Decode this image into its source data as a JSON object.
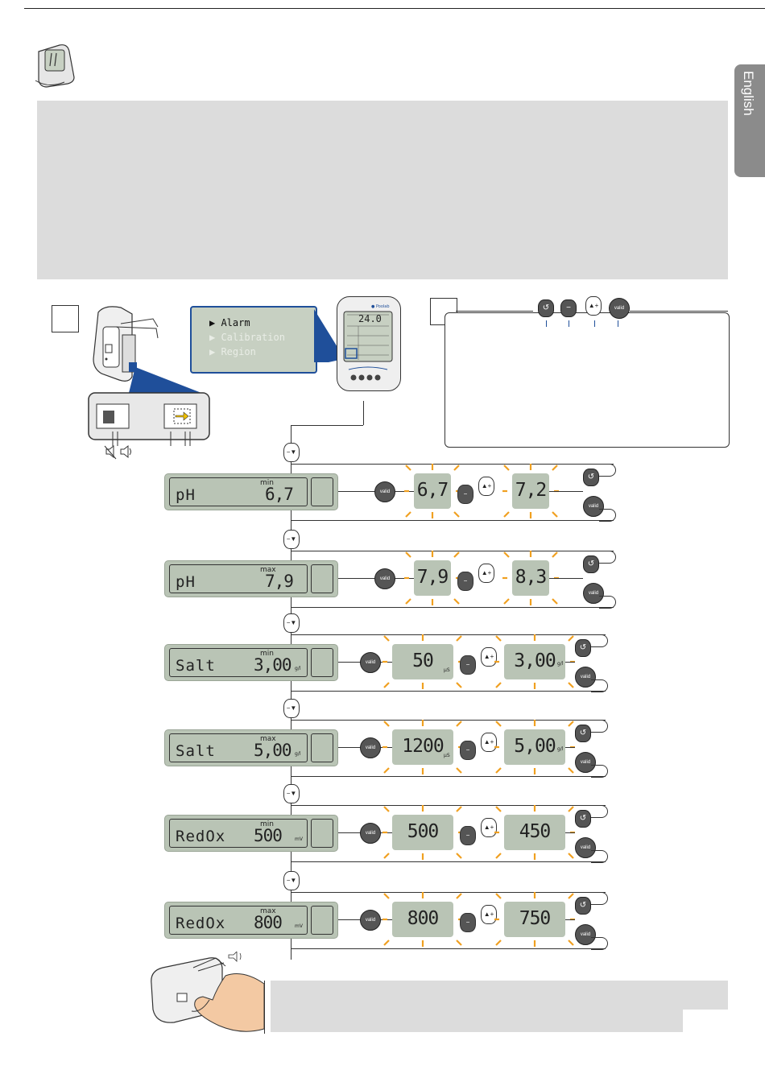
{
  "language_tab": {
    "label": "English"
  },
  "menu_panel": {
    "items": [
      "Alarm",
      "Calibration",
      "Region"
    ],
    "selected": "Alarm"
  },
  "device_screen": {
    "reading": "24.0"
  },
  "mute_switch": {
    "icons": [
      "mute-speaker-icon",
      "speaker-icon"
    ]
  },
  "buttons": {
    "valid": "valid"
  },
  "rows": [
    {
      "name": "pH",
      "minmax": "min",
      "value": "6,7",
      "unit": "",
      "left_display": "6,7",
      "left_unit": "",
      "right_display": "7,2",
      "right_unit": ""
    },
    {
      "name": "pH",
      "minmax": "max",
      "value": "7,9",
      "unit": "",
      "left_display": "7,9",
      "left_unit": "",
      "right_display": "8,3",
      "right_unit": ""
    },
    {
      "name": "Salt",
      "minmax": "min",
      "value": "3,00",
      "unit": "g/l",
      "left_display": "50",
      "left_unit": "µS",
      "right_display": "3,00",
      "right_unit": "g/l"
    },
    {
      "name": "Salt",
      "minmax": "max",
      "value": "5,00",
      "unit": "g/l",
      "left_display": "1200",
      "left_unit": "µS",
      "right_display": "5,00",
      "right_unit": "g/l"
    },
    {
      "name": "RedOx",
      "minmax": "min",
      "value": "500",
      "unit": "mV",
      "left_display": "500",
      "left_unit": "",
      "right_display": "450",
      "right_unit": ""
    },
    {
      "name": "RedOx",
      "minmax": "max",
      "value": "800",
      "unit": "mV",
      "left_display": "800",
      "left_unit": "",
      "right_display": "750",
      "right_unit": ""
    }
  ],
  "colors": {
    "lcd": "#b9c4b5",
    "panel_grey": "#dcdcdc",
    "flash": "#f0a020",
    "highlight": "#1f4f9a",
    "tab": "#8b8b8b"
  }
}
